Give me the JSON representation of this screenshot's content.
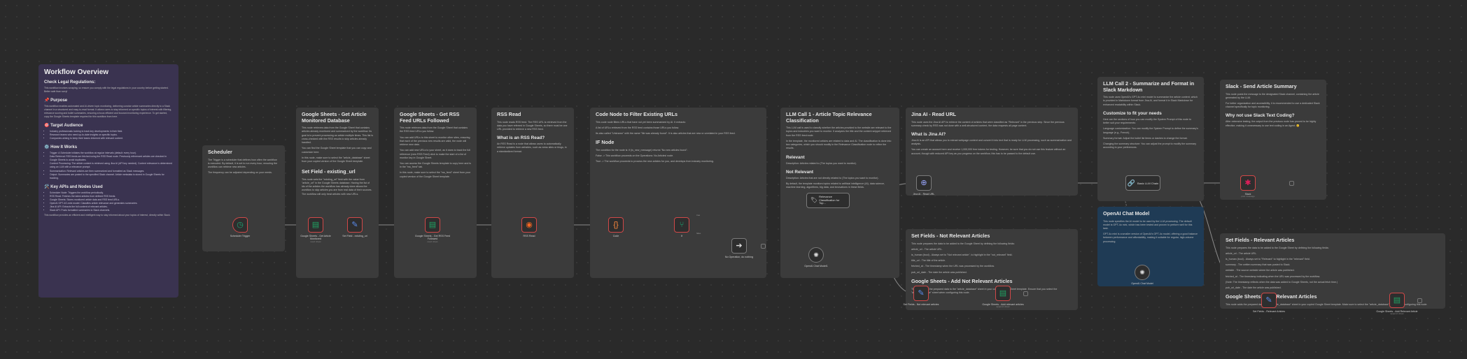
{
  "overview": {
    "title": "Workflow Overview",
    "check_title": "Check Legal Regulations:",
    "check_text": "This workflow involves scraping, so ensure you comply with the legal regulations in your country before getting started. Better safe than sorry!",
    "purpose_title": "📌 Purpose",
    "purpose_text": "This workflow enables automated and AI-driven topic monitoring, delivering concise article summaries directly to a Slack channel in a structured and easy-to-read format. It allows users to stay informed on specific topics of interest with filtering, relevance scoring and bullet summaries, ensuring a focus efficient and focused monitoring experience. To get started, copy the Google Sheets template required for this workflow from here.",
    "audience_title": "🎯 Target Audience",
    "audience_items": [
      "Industry professionals looking to track key developments in their field.",
      "Research teams who need up-to-date insights on specific topics.",
      "Companies aiming to keep their teams informed with relevant content."
    ],
    "how_title": "⚙️ How It Works",
    "how_items": [
      "Trigger: A Scheduler initiates the workflow at regular intervals (default: every hour).",
      "Data Retrieval: RSS feeds are fetched using the RSS Read node. Previously referenced articles are checked in Google Sheets to avoid duplicates.",
      "Content Processing: The article content is retrieved using Jina AI (API key needed). Content relevance is determined using an LLM with a relevance prompt.",
      "Summarization: Relevant articles are then summarized and formatted as Slack messages.",
      "Output: Summaries are posted to the specified Slack channel. Article metadata is stored in Google Sheets for tracking."
    ],
    "apis_title": "🛠️ Key APIs and Nodes Used",
    "apis_items": [
      "Scheduler Node: Triggers the workflow periodically.",
      "RSS Read: Fetches the latest articles from defined RSS feeds.",
      "Google Sheets: Stores monitored article data and RSS feed URLs.",
      "OpenAI GPT-4O-mini model: Classifies article relevance and generates summaries.",
      "Jina AI API: Extracts the full content of relevant articles.",
      "Slack API: Posts formatted summaries to Slack channels."
    ],
    "closing": "This workflow provides an efficient and intelligent way to stay informed about your topics of interest, directly within Slack."
  },
  "notes": {
    "scheduler": {
      "title": "Scheduler",
      "text": "The Trigger is a scheduler that defines how often the workflow is executed. By default, it is set to run every hour, ensuring the workflow can retrieve new articles.",
      "extra": "The frequency can be adjusted depending on your needs."
    },
    "gs_monitored": {
      "title": "Google Sheets - Get Article Monitored Database",
      "text": "This node retrieves data from the Google Sheet that contains articles already monitored and summarized by the workflow. Its goal is to prevent processing an article multiple times. This list is cross-checked with the RSS results to skip articles already handled.",
      "text2": "You can find the Google Sheet template that you can copy and customize here.",
      "text3": "In this node, make sure to select the \"article_database\" sheet from your copied version of the Google Sheet template.",
      "set_title": "Set Field - existing_url",
      "set_text": "This node sets the \"existing_url\" field with the value from \"article_url\" in the Google Sheets database. Having the list of ids of the articles the workflow has already done allows the workflow to skip articles you are from real data of their sources. The workflow will only treat articles with new URLs."
    },
    "gs_rss": {
      "title": "Google Sheets - Get RSS Feed URLs Followed",
      "text": "This node retrieves data from the Google Sheet that contains the RSS feed URLs you follow.",
      "text2": "You can add URLs to this sheet to monitor other sites, ensuring that each of the previous new results are valid, the node will retrieve new data.",
      "text3": "You can add new URLs to your sheet, as it does to track the full reference (new RSS Feed) click to make the start of a list of monitor key in Google Sheet.",
      "text4": "You can access the Google Sheets template to copy here and is in the \"rss_feed\" tab.",
      "text5": "In this node, make sure to select the \"rss_feed\" sheet from your copied version of the Google Sheet template."
    },
    "rss": {
      "title": "RSS Read",
      "text": "This node reads RSS feed. The RSS URL is retrieved from the data you have referred in Google Sheets, so there must be one URL provided to retrieve a new RSS feed.",
      "what_title": "What is an RSS Read?",
      "what_text": "An RSS Read is a node that allows users to automatically retrieve updates from websites, such as news sites or blogs, in a standardized format."
    },
    "code": {
      "title": "Code Node to Filter Existing URLs",
      "text": "This code node filters URLs that have not yet been summarized by AI. It extracts:",
      "items": [
        "A list of URLs retrieved from the RSS feed contains those URLs you follow.",
        "Its also called \"Unknown\" with the name \"file was already found\". It is also articles that are new or unrelated in your RSS feed."
      ],
      "if_title": "IF Node",
      "if_text": "The condition for the node is: if (is_new_message) returns \"No new articles found\".",
      "if_items": [
        "False -> This workflow proceeds on the Operations: No Articles! node.",
        "True -> The workflow proceeds to process the new articles for you, and develops from industry monitoring."
      ]
    },
    "llm1": {
      "title": "LLM Call 1 - Article Topic Relevance Classification",
      "text": "This LLM call is used to classify whether the articles provided to the website are relevant to the topics and industries you want to monitor. It analyzes the title and the content snippet retrieved from the RSS feed node.",
      "text2": "In the template, the monitored articles are related to data and AI. The classification is done into two categories, which you should modify in the Relevance Classification node to refine the results.",
      "rel_title": "Relevant",
      "rel_text": "Description: Articles related to (The topics you want to monitor).",
      "not_title": "Not Relevant",
      "not_text": "Description: Articles that are not directly related to (The topics you want to monitor).",
      "text3": "By default, the template monitors topics related to artificial intelligence (AI), data science, machine learning, algorithms, big data, and innovations in these fields."
    },
    "jina": {
      "title": "Jina AI - Read URL",
      "text": "This node uses the Jina AI API to retrieve the content of articles that were classified as \"Relevant\" in the previous step. Since the previous summary check by RSS was not done with a well-structured content, the data requests all page content.",
      "what_title": "What is Jina AI?",
      "what_text": "Jina AI is an API that allows you to extract webpage content and convert it into text that is ready for LLM processing, such as summarization and analysis.",
      "text2": "You can create an account here and receive 1,000,000 free tokens for testing. However, be sure that you do not use this feature without an account, though with reduced API key as you progress on the workflow, this has to be passed to the default use."
    },
    "notrel": {
      "title": "Set Fields - Not Relevant Articles",
      "text": "This node prepares the data to be added to the Google Sheet by defining the following fields:",
      "items": [
        "article_url - The article URL.",
        "is_human (bool) - Always set to \"Not relevant article\", to highlight in the \"not_relevant\" field.",
        "title_url - The title of the article.",
        "fetched_at - The timestamp when the URL was processed by the workflow.",
        "pub_url_date - The date the article was published."
      ],
      "gs_title": "Google Sheets - Add Not Relevant Articles",
      "gs_text": "This node adds the prepared data to the \"article_database\" sheet in your copied Google Sheet template. Ensure that you select the \"article_database\" sheet when configuring this node."
    },
    "openai": {
      "title": "OpenAI Chat Model",
      "text": "This node specifies the AI model to be used by the LLM processing. The default model is GPT-4o mini, which has been tested and proven to perform well for this task.",
      "text2": "GPT-4o mini is a smaller version of OpenAI's GPT-4o model, offering a good balance between performance and affordability, making it suitable for regular, high-volume processing."
    },
    "llm2": {
      "title": "LLM Call 2 - Summarize and Format in Slack Markdown",
      "text": "This node uses OpenAI's GPT-4o mini model to summarize the article content, which is provided in Markdown format from Jina AI, and format it in Slack Markdown for enhanced readability within Slack.",
      "custom_title": "Customize to fit your needs",
      "text2": "Here are the sections of how you can modify the System Prompt of this node to better suit your requirements:",
      "items": [
        "Language customization: You can modify the System Prompt to define the summary's language (e.g., French).",
        "Summary format: Adjust the bullet list items or dashes to change the format.",
        "Changing the summary structure: You can adjust the prompt to modify the summary according to your preferences."
      ]
    },
    "slack": {
      "title": "Slack - Send Article Summary",
      "text": "This node posts the message to the designated Slack channel, containing the article generated by the LLM.",
      "text2": "For better organization and accessibility, it is recommended to use a dedicated Slack channel specifically for topic monitoring.",
      "why_title": "Why not use Slack Text Coding?",
      "why_text": "After extensive testing, the output from the previous node has proved to be highly effective, making it unnecessary to use text coding in an Agent. 😊"
    },
    "relevant": {
      "title": "Set Fields - Relevant Articles",
      "text": "This node prepares the data to be added to the Google Sheet by defining the following fields:",
      "items": [
        "article_url - The article URL.",
        "is_human (bool) - Always set to \"Relevant\" to highlight in the \"relevant\" field.",
        "summary - The written summary that was posted to Slack.",
        "website - The source website where the article was published.",
        "fetched_at - The timestamp indicating when the URL was processed by the workflow."
      ],
      "note": "(Note: The timestamp reflects when the data was added to Google Sheets, not the actual fetch time.)",
      "pub": "pub_url_date - The date the article was published.",
      "gs_title": "Google Sheets - Add Relevant Articles",
      "gs_text": "This node adds the prepared data to the \"article_database\" sheet in your copied Google Sheet template. Make sure to select the \"article_database\" sheet when configuring this node."
    }
  },
  "nodes": {
    "scheduler": {
      "label": "Scheduler Trigger",
      "icon": "clock-icon"
    },
    "gs_get_articles": {
      "label": "Google Sheets - Get Article Monitored",
      "sub": "read: sheet",
      "icon": "sheets-icon"
    },
    "set_existing": {
      "label": "Set Field - existing_url",
      "icon": "pencil-icon"
    },
    "gs_get_rss": {
      "label": "Google Sheets - Get RSS Feed Followed",
      "sub": "read: sheet",
      "icon": "sheets-icon"
    },
    "rss_read": {
      "label": "RSS Read",
      "icon": "rss-icon"
    },
    "code": {
      "label": "Code",
      "icon": "braces-icon"
    },
    "if": {
      "label": "If",
      "icon": "branch-icon"
    },
    "no_op": {
      "label": "No Operation, do nothing",
      "icon": "arrow-icon"
    },
    "relevance": {
      "label": "Relevance Classification for Top...",
      "icon": "tag-icon"
    },
    "openai1": {
      "label": "OpenAI Chat Model1",
      "icon": "openai-icon"
    },
    "jina": {
      "label": "Jina AI - Read URL",
      "icon": "globe-icon"
    },
    "set_notrel": {
      "label": "Set Fields - Not relevant articles",
      "icon": "pencil-icon"
    },
    "gs_add_notrel": {
      "label": "Google Sheets - Add relevant articles",
      "sub": "append: sheet",
      "icon": "sheets-icon"
    },
    "basic_llm": {
      "label": "Basic LLM Chain",
      "icon": "link-icon"
    },
    "openai2": {
      "label": "OpenAI Chat Model",
      "icon": "openai-icon"
    },
    "slack": {
      "label": "Slack",
      "sub": "post: message",
      "icon": "slack-icon"
    },
    "set_rel": {
      "label": "Set Fields - Relevant Articles",
      "icon": "pencil-icon"
    },
    "gs_add_rel": {
      "label": "Google Sheets - Add Relevant Article",
      "sub": "append: sheet",
      "icon": "sheets-icon"
    },
    "true_label": "true",
    "false_label": "false"
  },
  "colors": {
    "accent_red": "#d04848",
    "sheets_green": "#1fa463",
    "overview_bg": "#3a3350",
    "blue_note": "#1f3b55"
  }
}
